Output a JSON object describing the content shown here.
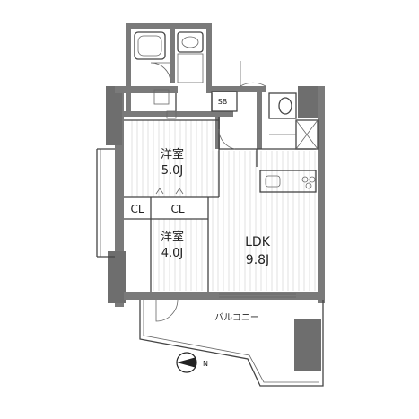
{
  "rooms": {
    "western1_name": "洋室",
    "western1_size": "5.0J",
    "western2_name": "洋室",
    "western2_size": "4.0J",
    "ldk_name": "LDK",
    "ldk_size": "9.8J",
    "closet1": "CL",
    "closet2": "CL",
    "shoebox": "SB",
    "balcony": "バルコニー"
  },
  "compass": {
    "label": "N"
  }
}
